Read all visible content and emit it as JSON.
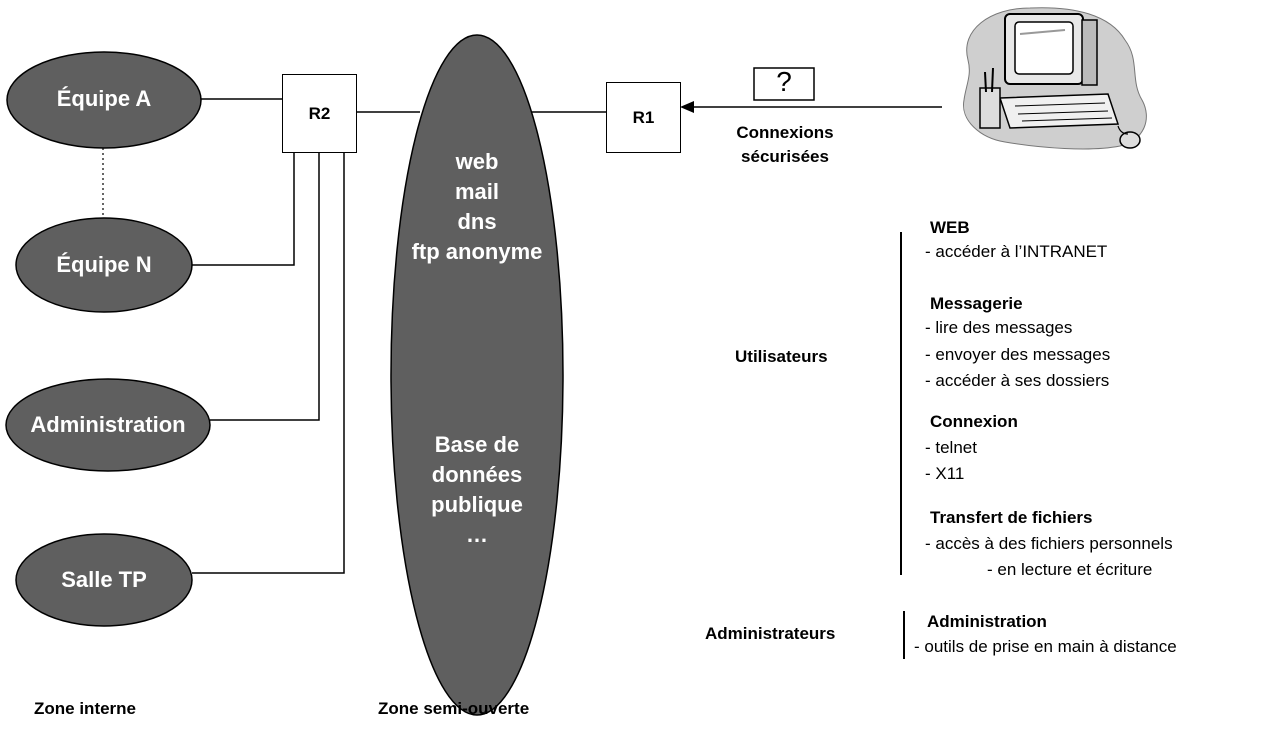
{
  "zones": {
    "internal": "Zone interne",
    "semi_open": "Zone semi-ouverte"
  },
  "teams": [
    "Équipe A",
    "Équipe N",
    "Administration",
    "Salle TP"
  ],
  "routers": {
    "r1": "R1",
    "r2": "R2"
  },
  "dmz_services": [
    "web",
    "mail",
    "dns",
    "ftp anonyme"
  ],
  "dmz_database": [
    "Base de",
    "données",
    "publique",
    "…"
  ],
  "external": {
    "unknown_symbol": "?",
    "connection_line1": "Connexions",
    "connection_line2": "sécurisées"
  },
  "users": {
    "label": "Utilisateurs",
    "groups": [
      {
        "title": "WEB",
        "items": [
          "- accéder à l’INTRANET"
        ]
      },
      {
        "title": "Messagerie",
        "items": [
          "- lire des messages",
          "- envoyer des messages",
          "- accéder à ses dossiers"
        ]
      },
      {
        "title": "Connexion",
        "items": [
          "- telnet",
          "- X11"
        ]
      },
      {
        "title": "Transfert de fichiers",
        "items": [
          "- accès à des fichiers personnels",
          "- en lecture et écriture"
        ]
      }
    ]
  },
  "admins": {
    "label": "Administrateurs",
    "title": "Administration",
    "item": "- outils de prise en main à distance"
  },
  "icons": {
    "computer": "computer-clipart-icon"
  }
}
